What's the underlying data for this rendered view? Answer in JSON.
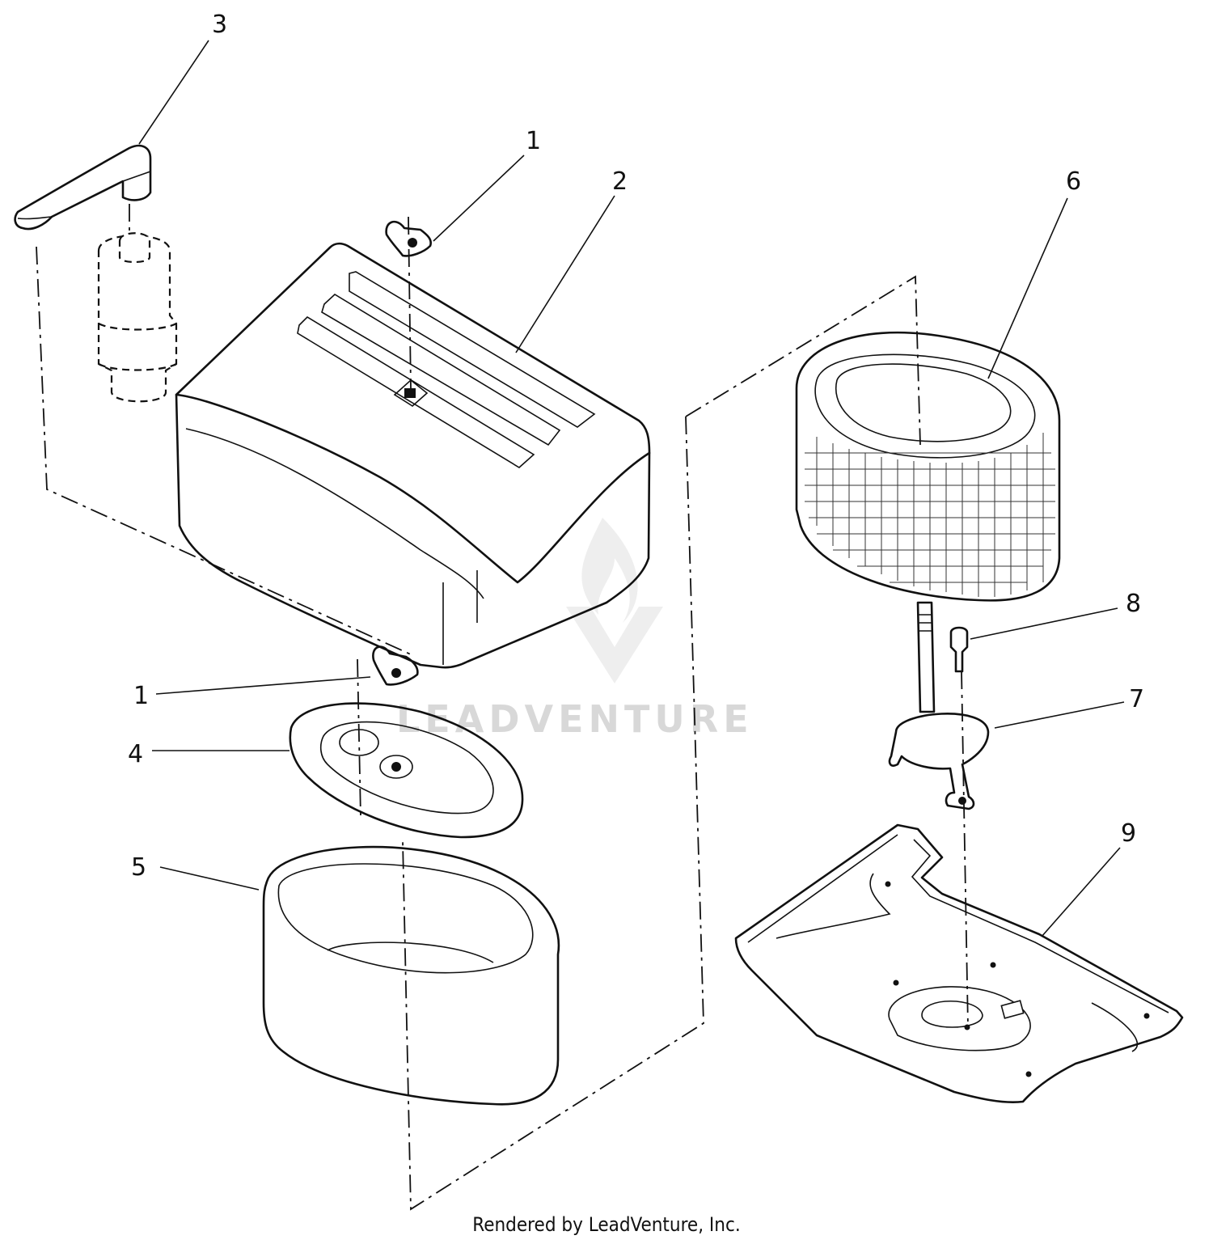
{
  "callouts": {
    "c1_top": "1",
    "c2": "2",
    "c3": "3",
    "c1_bottom": "1",
    "c4": "4",
    "c5": "5",
    "c6": "6",
    "c7": "7",
    "c8": "8",
    "c9": "9"
  },
  "watermark": "LEADVENTURE",
  "footer": "Rendered by LeadVenture, Inc."
}
